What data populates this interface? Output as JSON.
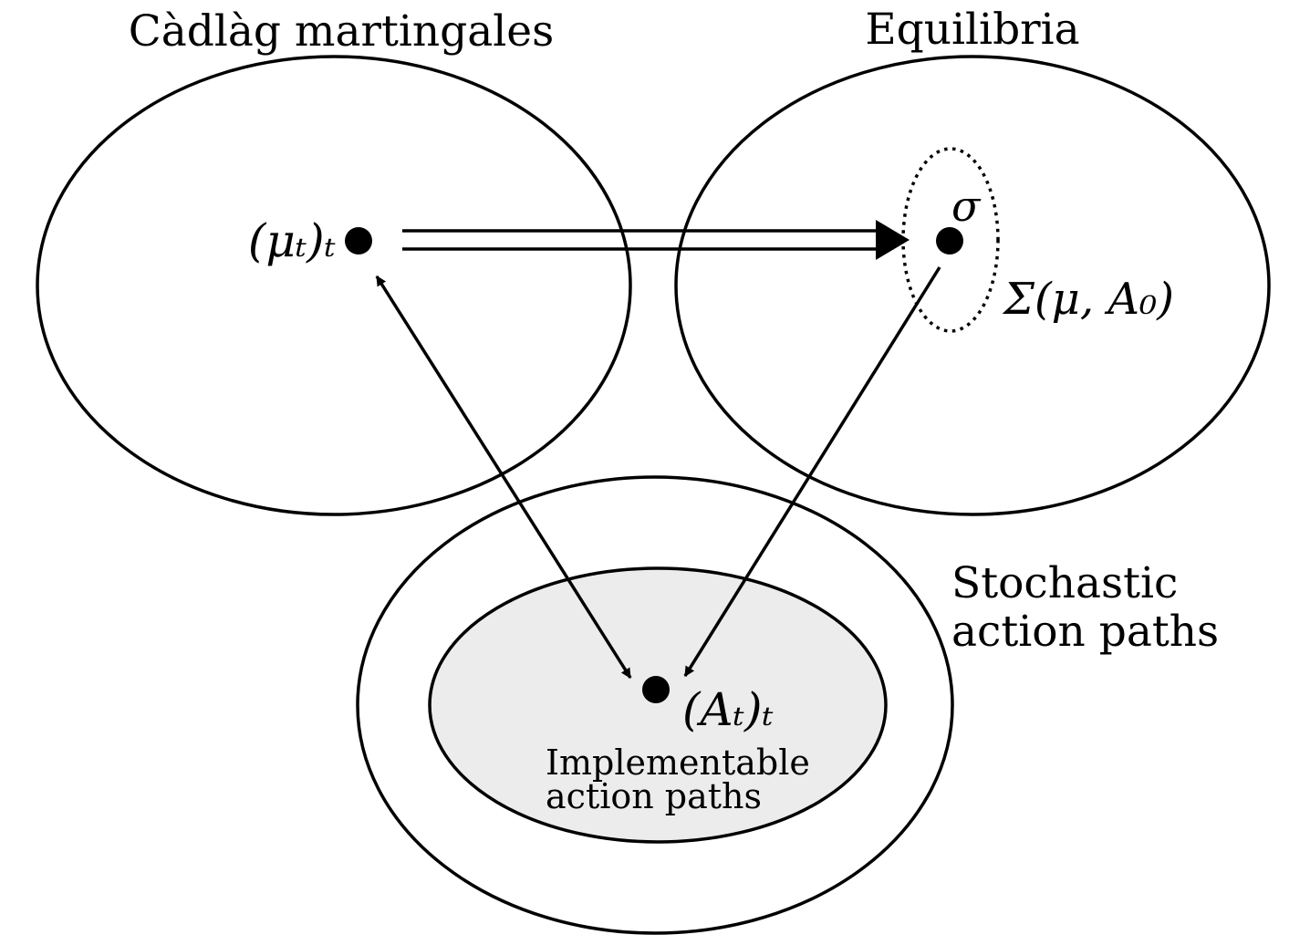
{
  "sets": {
    "martingales": {
      "title": "Càdlàg martingales"
    },
    "equilibria": {
      "title": "Equilibria"
    },
    "stochastic": {
      "title_line1": "Stochastic",
      "title_line2": "action paths"
    },
    "implementable": {
      "title_line1": "Implementable",
      "title_line2": "action paths"
    },
    "equilibrium_subset": {
      "label": "Σ(μ, A₀)"
    }
  },
  "points": {
    "mu": {
      "label": "(μₜ)ₜ"
    },
    "sigma": {
      "label": "σ"
    },
    "A": {
      "label": "(Aₜ)ₜ"
    }
  },
  "colors": {
    "stroke": "#000000",
    "implementable_fill": "#ececec",
    "background": "#ffffff"
  }
}
